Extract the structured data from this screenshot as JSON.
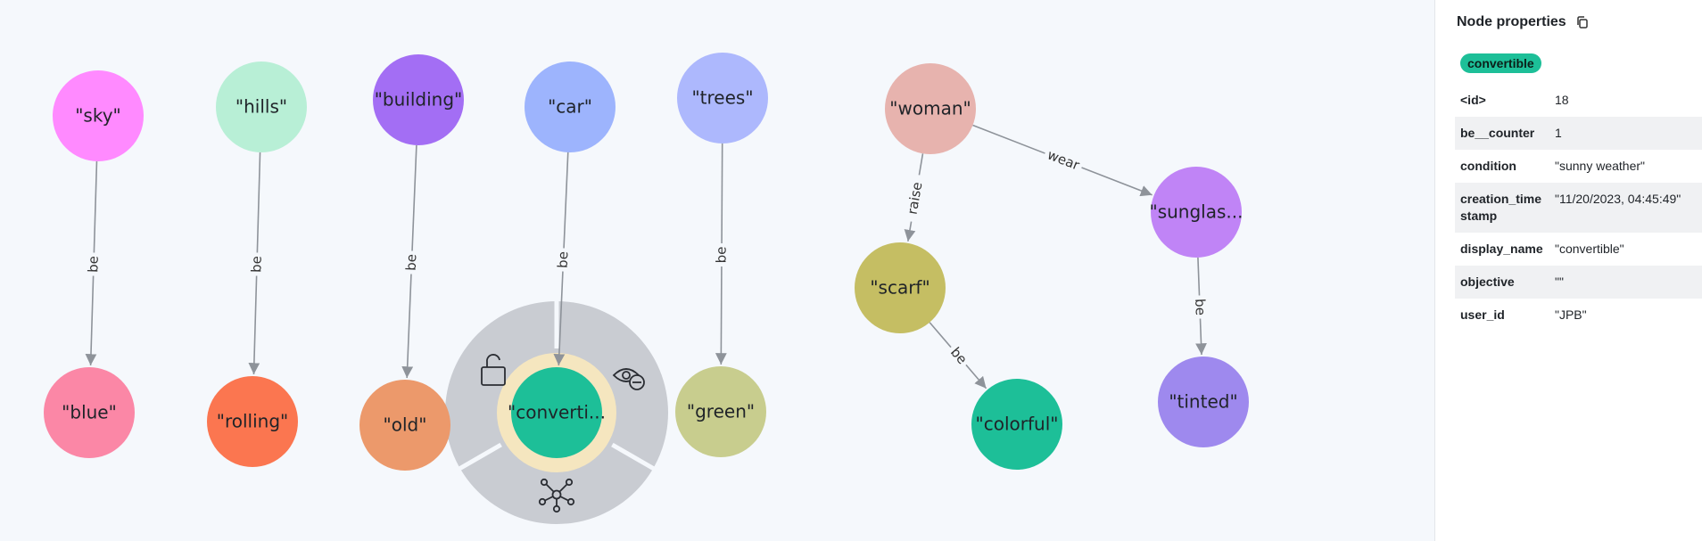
{
  "graph": {
    "nodes": [
      {
        "id": "sky",
        "label": "\"sky\"",
        "color": "#ff8aff"
      },
      {
        "id": "blue",
        "label": "\"blue\"",
        "color": "#fb87a6"
      },
      {
        "id": "hills",
        "label": "\"hills\"",
        "color": "#b8efd6"
      },
      {
        "id": "rolling",
        "label": "\"rolling\"",
        "color": "#fb7650"
      },
      {
        "id": "building",
        "label": "\"building\"",
        "color": "#a36ef4"
      },
      {
        "id": "old",
        "label": "\"old\"",
        "color": "#ec996b"
      },
      {
        "id": "car",
        "label": "\"car\"",
        "color": "#9db4fd"
      },
      {
        "id": "convertible",
        "label": "\"converti...",
        "color": "#1dbf98"
      },
      {
        "id": "trees",
        "label": "\"trees\"",
        "color": "#adb8fd"
      },
      {
        "id": "green",
        "label": "\"green\"",
        "color": "#c8cd8e"
      },
      {
        "id": "woman",
        "label": "\"woman\"",
        "color": "#e7b3ae"
      },
      {
        "id": "scarf",
        "label": "\"scarf\"",
        "color": "#c5be63"
      },
      {
        "id": "colorful",
        "label": "\"colorful\"",
        "color": "#1dbf98"
      },
      {
        "id": "sunglasses",
        "label": "\"sunglas...",
        "color": "#c084f6"
      },
      {
        "id": "tinted",
        "label": "\"tinted\"",
        "color": "#9e89ee"
      }
    ],
    "edges": [
      {
        "from": "sky",
        "to": "blue",
        "label": "be"
      },
      {
        "from": "hills",
        "to": "rolling",
        "label": "be"
      },
      {
        "from": "building",
        "to": "old",
        "label": "be"
      },
      {
        "from": "car",
        "to": "convertible",
        "label": "be"
      },
      {
        "from": "trees",
        "to": "green",
        "label": "be"
      },
      {
        "from": "woman",
        "to": "scarf",
        "label": "raise"
      },
      {
        "from": "woman",
        "to": "sunglasses",
        "label": "wear"
      },
      {
        "from": "scarf",
        "to": "colorful",
        "label": "be"
      },
      {
        "from": "sunglasses",
        "to": "tinted",
        "label": "be"
      }
    ],
    "selected": "convertible",
    "ring_menu_icons": [
      "unlock-icon",
      "hide-eye-icon",
      "expand-network-icon"
    ],
    "colors": {
      "edge": "#8e939a",
      "ring": "#c9ccd2",
      "halo": "#f5e6bf"
    }
  },
  "panel": {
    "title": "Node properties",
    "badge": "convertible",
    "properties": [
      {
        "key": "<id>",
        "value": "18"
      },
      {
        "key": "be__counter",
        "value": "1"
      },
      {
        "key": "condition",
        "value": "\"sunny weather\""
      },
      {
        "key": "creation_timestamp",
        "value": "\"11/20/2023, 04:45:49\""
      },
      {
        "key": "display_name",
        "value": "\"convertible\""
      },
      {
        "key": "objective",
        "value": "\"\""
      },
      {
        "key": "user_id",
        "value": "\"JPB\""
      }
    ]
  }
}
